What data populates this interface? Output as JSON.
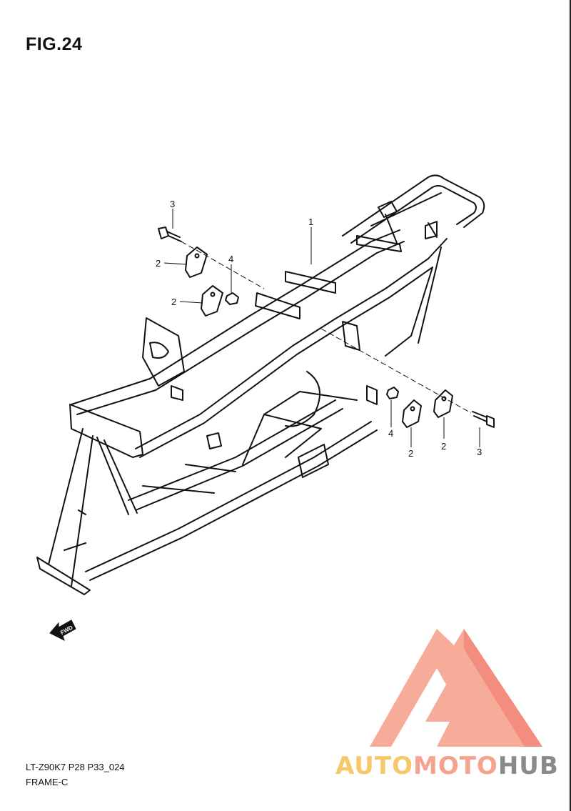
{
  "figure": {
    "title": "FIG.24"
  },
  "callouts": {
    "frame": "1",
    "bracket_upper_a": "2",
    "bracket_upper_b": "2",
    "bolt_left": "3",
    "nut_left": "4",
    "nut_right": "4",
    "bracket_right_a": "2",
    "bracket_right_b": "2",
    "bolt_right": "3"
  },
  "fwd_badge": "FWD",
  "footer": {
    "model_code": "LT-Z90K7 P28 P33_024",
    "section_name": "FRAME-C"
  },
  "watermark": {
    "part1": "AUTO",
    "part2": "MOTO",
    "part3": "HUB",
    "colors": {
      "yellow": "#f7c86a",
      "salmon": "#f5a38e",
      "gray": "#8a8a8a"
    }
  }
}
